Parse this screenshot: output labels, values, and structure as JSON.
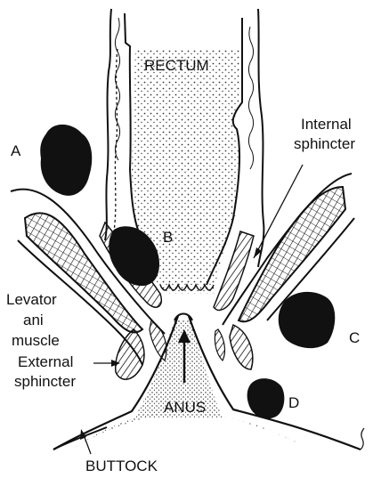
{
  "labels": {
    "rectum": "RECTUM",
    "internal_sphincter_line1": "Internal",
    "internal_sphincter_line2": "sphincter",
    "a": "A",
    "b": "B",
    "c": "C",
    "d": "D",
    "levator_line1": "Levator",
    "levator_line2": "ani",
    "levator_line3": "muscle",
    "external_line1": "External",
    "external_line2": "sphincter",
    "anus": "ANUS",
    "buttock": "BUTTOCK"
  },
  "colors": {
    "ink": "#111111",
    "background": "#ffffff"
  }
}
